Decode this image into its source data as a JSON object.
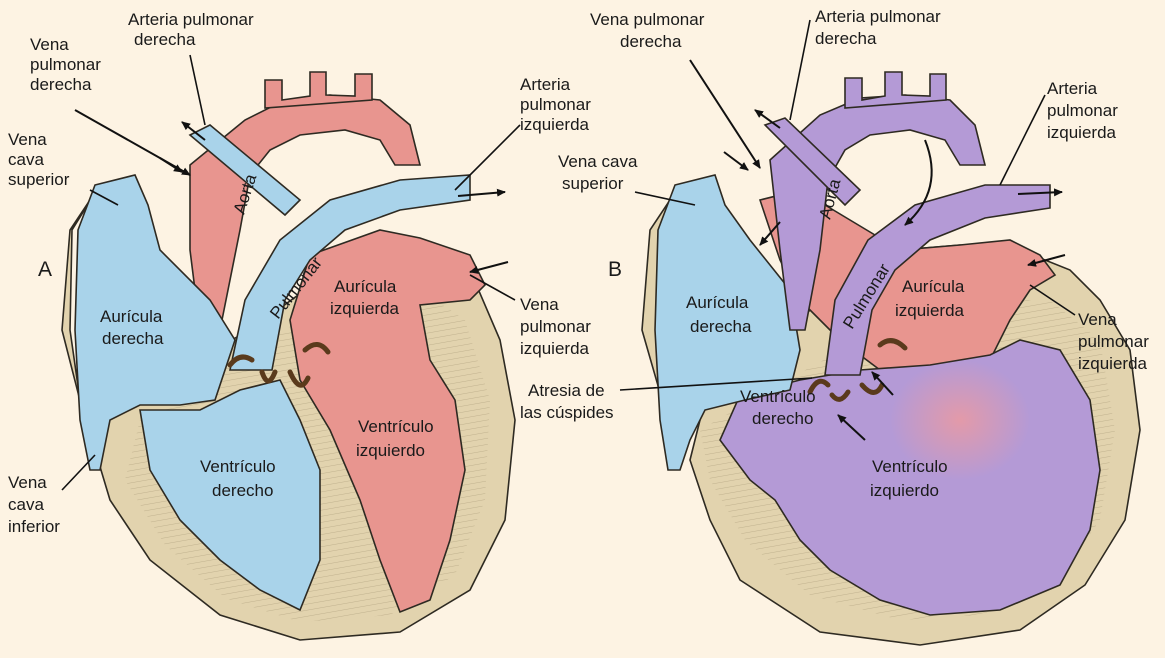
{
  "panel_a": {
    "letter": "A",
    "labels": {
      "arteria_pulmonar_derecha": [
        "Arteria pulmonar",
        "derecha"
      ],
      "vena_pulmonar_derecha": [
        "Vena",
        "pulmonar",
        "derecha"
      ],
      "vena_cava_superior": [
        "Vena",
        "cava",
        "superior"
      ],
      "arteria_pulmonar_izquierda": [
        "Arteria",
        "pulmonar",
        "izquierda"
      ],
      "aorta": "Aorta",
      "pulmonar": "Pulmonar",
      "auricula_derecha": [
        "Aurícula",
        "derecha"
      ],
      "auricula_izquierda": [
        "Aurícula",
        "izquierda"
      ],
      "vena_pulmonar_izquierda": [
        "Vena",
        "pulmonar",
        "izquierda"
      ],
      "ventriculo_derecho": [
        "Ventrículo",
        "derecho"
      ],
      "ventriculo_izquierdo": [
        "Ventrículo",
        "izquierdo"
      ],
      "vena_cava_inferior": [
        "Vena",
        "cava",
        "inferior"
      ]
    }
  },
  "panel_b": {
    "letter": "B",
    "labels": {
      "vena_pulmonar_derecha": [
        "Vena pulmonar",
        "derecha"
      ],
      "arteria_pulmonar_derecha": [
        "Arteria pulmonar",
        "derecha"
      ],
      "arteria_pulmonar_izquierda": [
        "Arteria",
        "pulmonar",
        "izquierda"
      ],
      "vena_cava_superior": [
        "Vena cava",
        "superior"
      ],
      "aorta": "Aorta",
      "pulmonar": "Pulmonar",
      "auricula_derecha": [
        "Aurícula",
        "derecha"
      ],
      "auricula_izquierda": [
        "Aurícula",
        "izquierda"
      ],
      "vena_pulmonar_izquierda": [
        "Vena",
        "pulmonar",
        "izquierda"
      ],
      "atresia": [
        "Atresia de",
        "las cúspides"
      ],
      "ventriculo_derecho": [
        "Ventrículo",
        "derecho"
      ],
      "ventriculo_izquierdo": [
        "Ventrículo",
        "izquierdo"
      ]
    }
  },
  "colors": {
    "background": "#fdf3e3",
    "wall": "#e2d3ae",
    "deoxygenated": "#a9d3ea",
    "oxygenated": "#e8958f",
    "mixed": "#b49ad6",
    "valve": "#5a3a1c"
  }
}
